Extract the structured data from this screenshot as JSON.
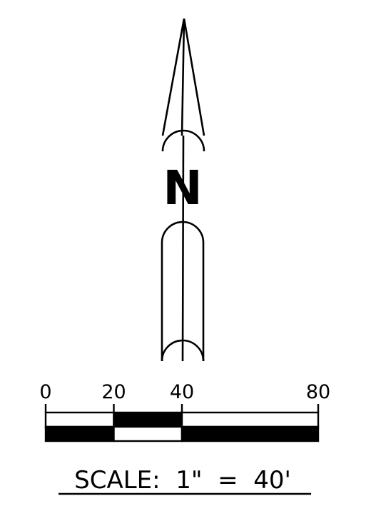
{
  "north_arrow": {
    "letter": "N"
  },
  "scale_bar": {
    "ticks": [
      {
        "value": 0,
        "label": "0"
      },
      {
        "value": 20,
        "label": "20"
      },
      {
        "value": 40,
        "label": "40"
      },
      {
        "value": 80,
        "label": "80"
      }
    ],
    "segments": [
      {
        "from": 0,
        "to": 20,
        "top": "white",
        "bottom": "black"
      },
      {
        "from": 20,
        "to": 40,
        "top": "black",
        "bottom": "white"
      },
      {
        "from": 40,
        "to": 80,
        "top": "white",
        "bottom": "black"
      }
    ],
    "caption": "SCALE:  1\"  =  40'"
  },
  "colors": {
    "ink": "#000000",
    "paper": "#ffffff"
  }
}
